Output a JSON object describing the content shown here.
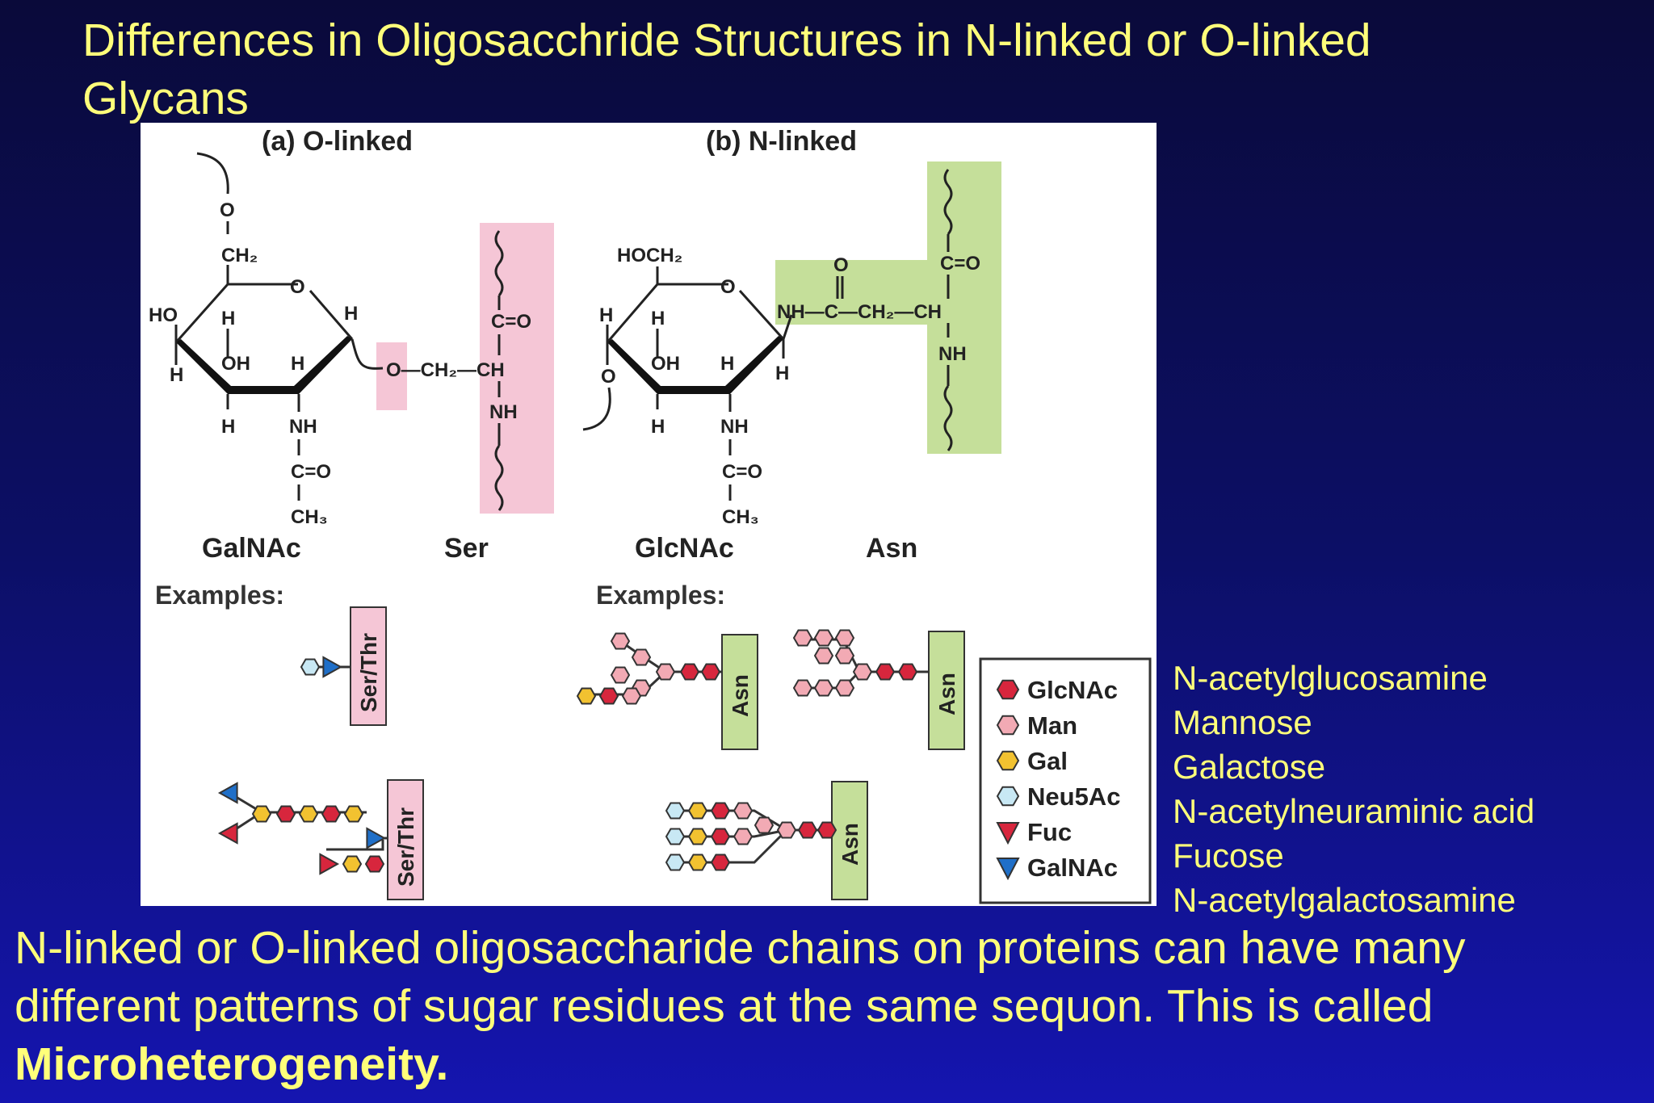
{
  "slide": {
    "title": "Differences in Oligosacchride Structures in N-linked or O-linked Glycans",
    "body_text": "N-linked or O-linked oligosaccharide chains on proteins can have many different patterns of sugar residues at the same sequon. This is called",
    "body_bold": "Microheterogeneity."
  },
  "figure": {
    "panel_a_label": "(a) O-linked",
    "panel_b_label": "(b) N-linked",
    "a_sugar": "GalNAc",
    "a_aminoacid": "Ser",
    "b_sugar": "GlcNAc",
    "b_aminoacid": "Asn",
    "examples_label": "Examples:",
    "ser_thr_label": "Ser/Thr",
    "asn_label": "Asn",
    "chem": {
      "O": "O",
      "CH2": "CH₂",
      "HO": "HO",
      "H": "H",
      "OH": "OH",
      "NH": "NH",
      "C_eq_O": "C=O",
      "CH3": "CH₃",
      "CH": "CH",
      "HOCH2": "HOCH₂",
      "O_CH2_CH": "O—CH₂—CH",
      "NH_C_CH2_CH": "NH—C—CH₂—CH"
    },
    "legend": [
      {
        "abbr": "GlcNAc",
        "color": "#d7263d",
        "shape": "hexagon"
      },
      {
        "abbr": "Man",
        "color": "#f2aab4",
        "shape": "hexagon"
      },
      {
        "abbr": "Gal",
        "color": "#f2c230",
        "shape": "hexagon"
      },
      {
        "abbr": "Neu5Ac",
        "color": "#c8e8f4",
        "shape": "hexagon"
      },
      {
        "abbr": "Fuc",
        "color": "#d7263d",
        "shape": "triangle-down"
      },
      {
        "abbr": "GalNAc",
        "color": "#1f6fc8",
        "shape": "triangle-down"
      }
    ]
  },
  "legend_names": [
    "N-acetylglucosamine",
    "Mannose",
    "Galactose",
    "N-acetylneuraminic acid",
    "Fucose",
    "N-acetylgalactosamine"
  ],
  "colors": {
    "text_yellow": "#ffff7a",
    "ser_box": "#f5c6d6",
    "asn_box": "#c5df9a",
    "glcnac": "#d7263d",
    "man": "#f2aab4",
    "gal": "#f2c230",
    "neu5ac": "#c8e8f4",
    "fuc": "#d7263d",
    "galnac": "#1f6fc8"
  }
}
